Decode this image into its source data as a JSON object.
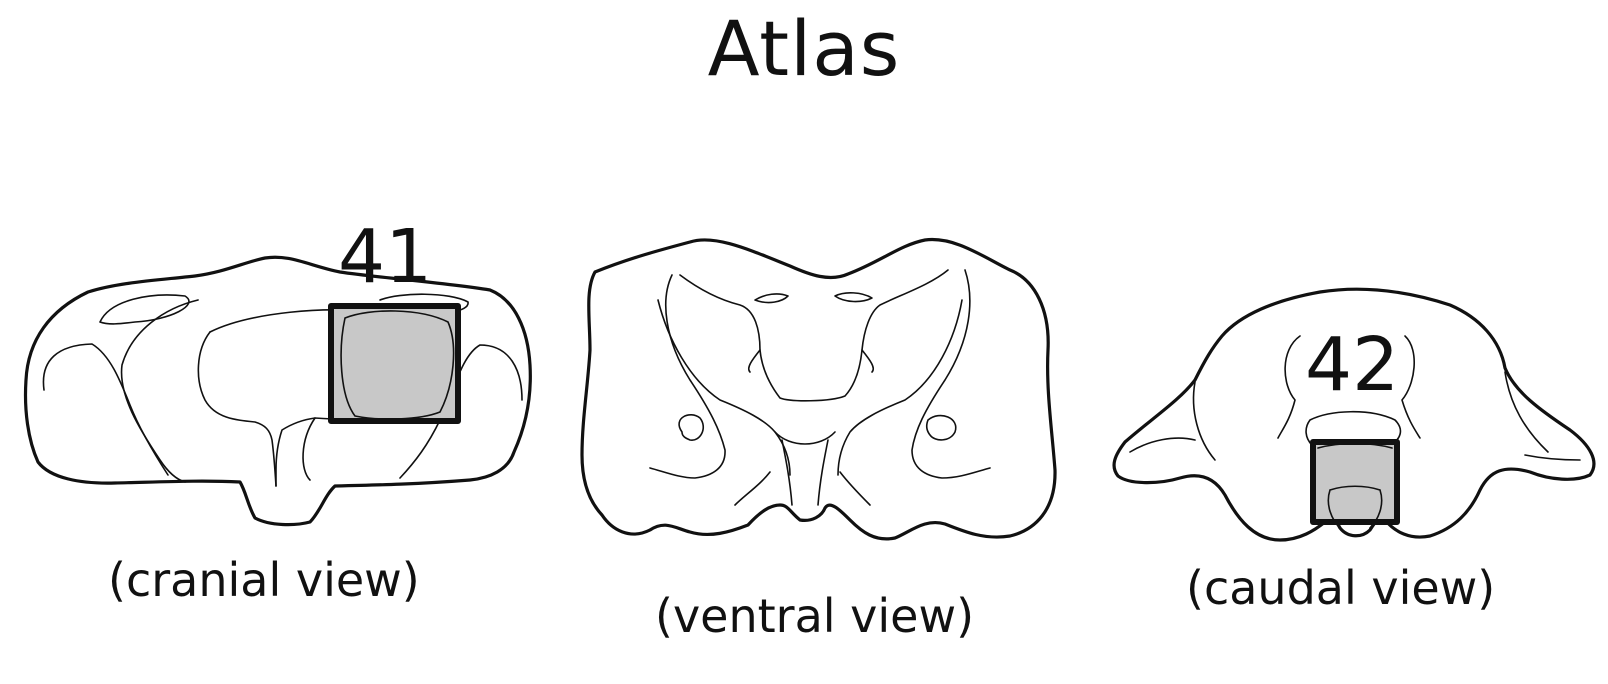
{
  "title": "Atlas",
  "views": [
    {
      "caption": "(cranial view)",
      "marker": "41"
    },
    {
      "caption": "(ventral view)"
    },
    {
      "caption": "(caudal view)",
      "marker": "42"
    }
  ],
  "colors": {
    "outline": "#111111",
    "highlight_fill": "#c8c8c8",
    "background": "#ffffff"
  }
}
